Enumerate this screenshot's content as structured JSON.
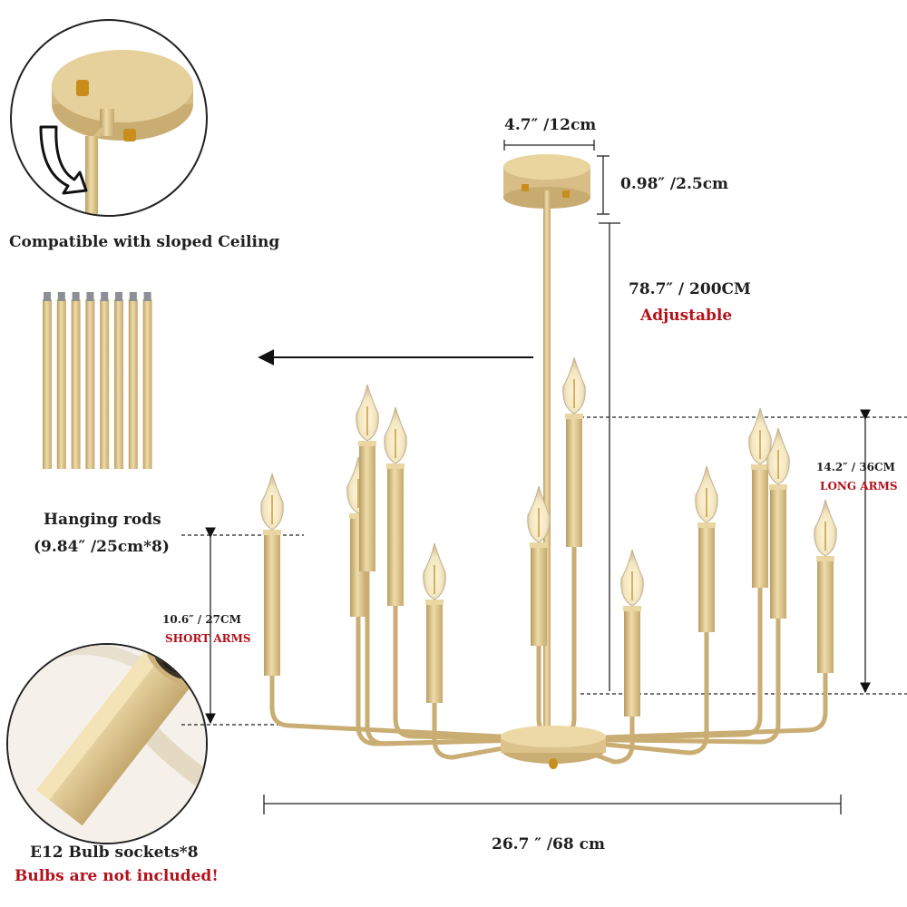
{
  "labels": {
    "sloped_ceiling": "Compatible with sloped Ceiling",
    "hanging_rods": "Hanging rods",
    "rods_spec": "(9.84″ /25cm*8)",
    "bulb_sockets": "E12 Bulb sockets*8",
    "bulbs_note": "Bulbs are not included!"
  },
  "dimensions": {
    "canopy_width": "4.7″ /12cm",
    "canopy_height": "0.98″ /2.5cm",
    "chain_length": "78.7″ / 200CM",
    "chain_note": "Adjustable",
    "long_arm_height": "14.2″ / 36CM",
    "long_arm_label": "LONG ARMS",
    "short_arm_height": "10.6″ / 27CM",
    "short_arm_label": "SHORT ARMS",
    "total_width": "26.7 ″  /68 cm"
  },
  "colors": {
    "gold": "#d8bf86",
    "gold_dark": "#b79a5e",
    "accent_red": "#b3121b",
    "text": "#1f1f1f"
  },
  "rods": {
    "count": 8
  }
}
